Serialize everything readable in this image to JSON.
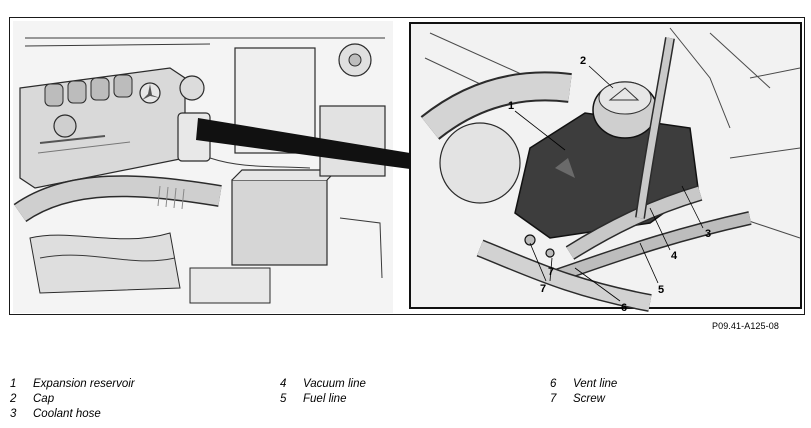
{
  "figure": {
    "reference": "P09.41-A125-08",
    "callouts": [
      "1",
      "2",
      "3",
      "4",
      "5",
      "6",
      "7",
      "7"
    ]
  },
  "legend": [
    [
      {
        "num": "1",
        "label": "Expansion reservoir"
      },
      {
        "num": "2",
        "label": "Cap"
      },
      {
        "num": "3",
        "label": "Coolant hose"
      }
    ],
    [
      {
        "num": "4",
        "label": "Vacuum line"
      },
      {
        "num": "5",
        "label": "Fuel line"
      }
    ],
    [
      {
        "num": "6",
        "label": "Vent line"
      },
      {
        "num": "7",
        "label": "Screw"
      }
    ]
  ],
  "colors": {
    "line": "#2b2b2b",
    "panel": "#f2f2f2",
    "reservoir": "#3a3a3a",
    "hose": "#bdbdbd"
  }
}
